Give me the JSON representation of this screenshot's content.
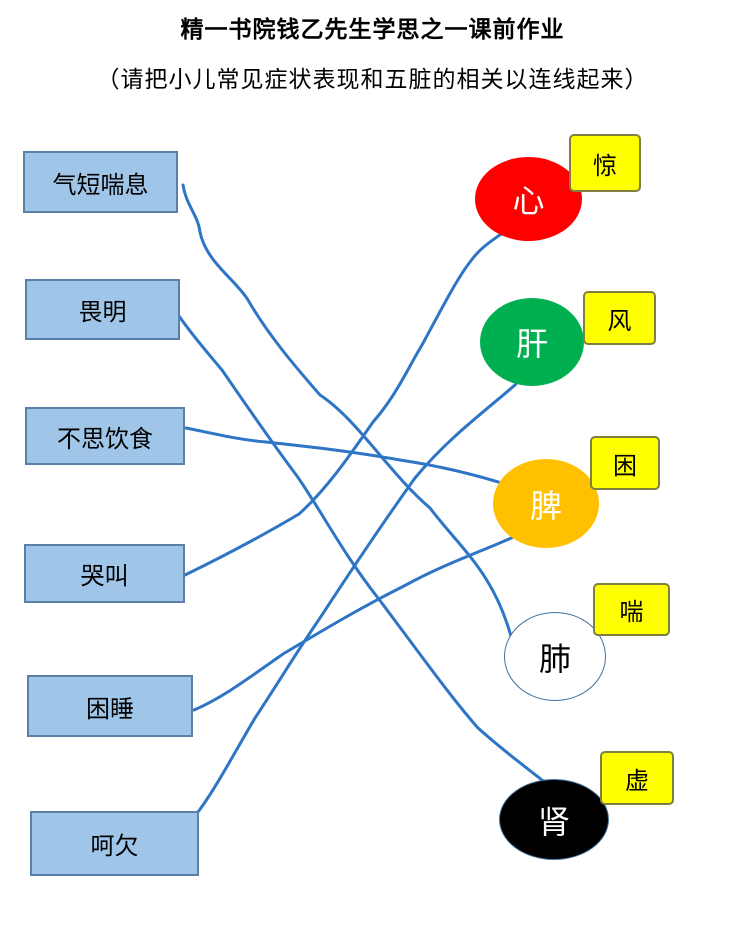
{
  "title": "精一书院钱乙先生学思之一课前作业",
  "subtitle": "（请把小儿常见症状表现和五脏的相关以连线起来）",
  "symptoms": [
    "气短喘息",
    "畏明",
    "不思饮食",
    "哭叫",
    "困睡",
    "呵欠"
  ],
  "organs": [
    {
      "name": "心",
      "fill": "#ff0000",
      "text_color": "#ffffff"
    },
    {
      "name": "肝",
      "fill": "#00b050",
      "text_color": "#ffffff"
    },
    {
      "name": "脾",
      "fill": "#ffc000",
      "text_color": "#ffffff"
    },
    {
      "name": "肺",
      "fill": "#ffffff",
      "text_color": "#000000"
    },
    {
      "name": "肾",
      "fill": "#000000",
      "text_color": "#ffffff"
    }
  ],
  "tags": [
    "惊",
    "风",
    "困",
    "喘",
    "虚"
  ],
  "connections": [
    {
      "symptom": "气短喘息",
      "organ": "肺"
    },
    {
      "symptom": "畏明",
      "organ": "肾"
    },
    {
      "symptom": "不思饮食",
      "organ": "脾"
    },
    {
      "symptom": "哭叫",
      "organ": "心"
    },
    {
      "symptom": "困睡",
      "organ": "脾"
    },
    {
      "symptom": "呵欠",
      "organ": "肝"
    }
  ],
  "line_color": "#2e75c6"
}
